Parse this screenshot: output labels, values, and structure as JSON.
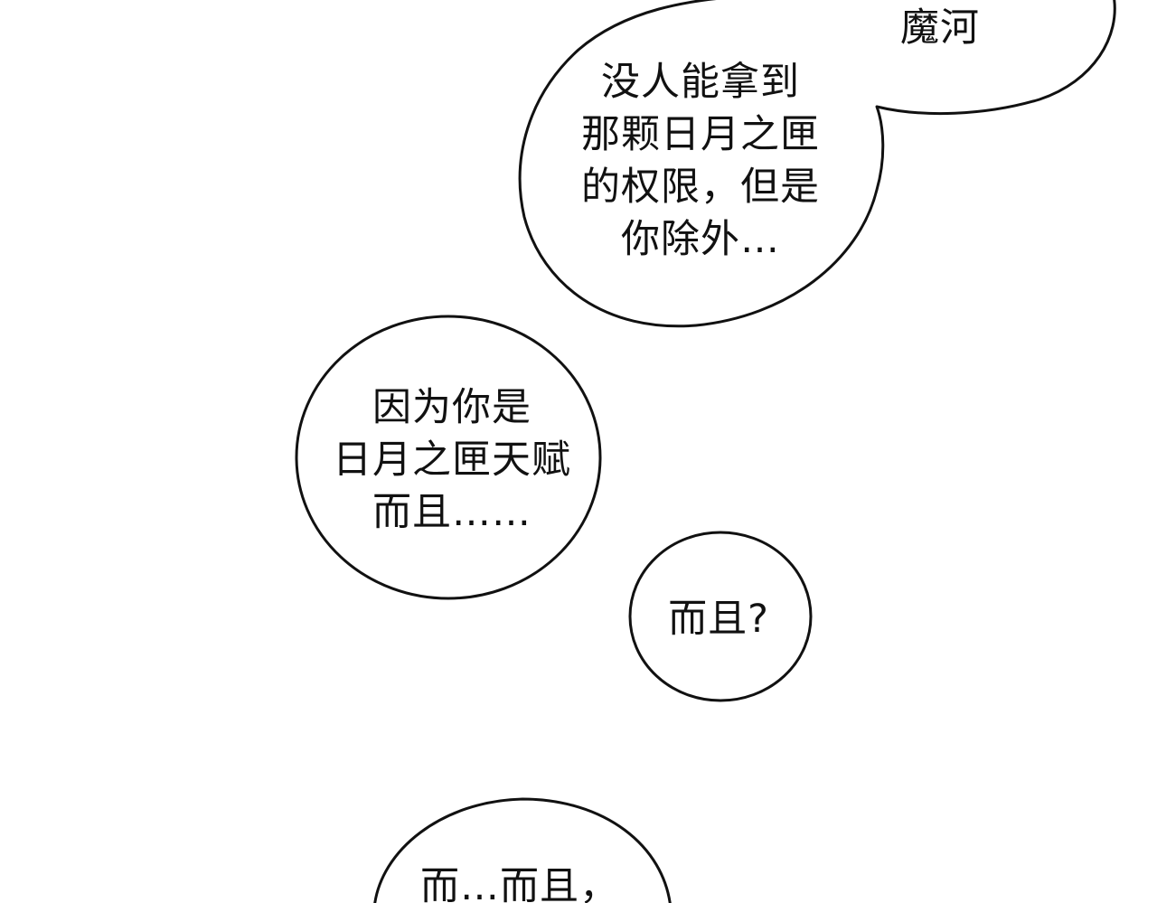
{
  "colors": {
    "background": "#ffffff",
    "ink": "#111111"
  },
  "bubbles": {
    "top_right": {
      "lines": [
        "魔河"
      ]
    },
    "main": {
      "lines": [
        "没人能拿到",
        "那颗日月之匣",
        "的权限，但是",
        "你除外…"
      ]
    },
    "because": {
      "lines": [
        "因为你是",
        "日月之匣天赋",
        "而且……"
      ]
    },
    "and_question": {
      "lines": [
        "而且?"
      ]
    },
    "bottom": {
      "lines": [
        "而…而且，"
      ]
    }
  }
}
